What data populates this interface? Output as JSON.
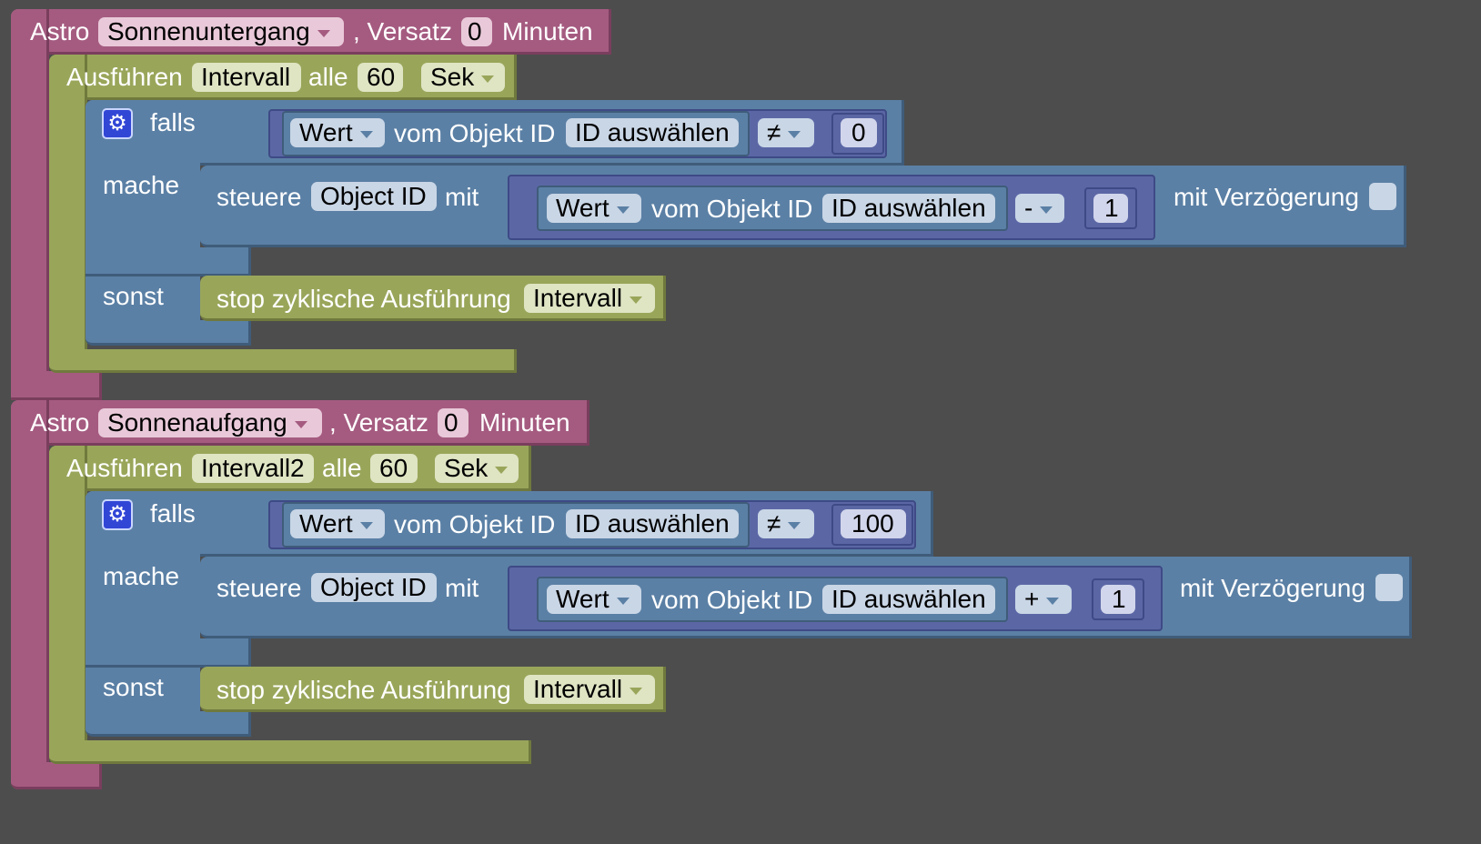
{
  "programs": [
    {
      "astro_label": "Astro",
      "event": "Sonnenuntergang",
      "offset_label": ", Versatz",
      "offset_value": "0",
      "minutes_label": "Minuten",
      "run_label": "Ausführen",
      "interval_name": "Intervall",
      "every_label": "alle",
      "interval_value": "60",
      "unit": "Sek",
      "if_label": "falls",
      "do_label": "mache",
      "else_label": "sonst",
      "cond": {
        "prop": "Wert",
        "from_label": "vom Objekt ID",
        "object": "ID auswählen",
        "op": "≠",
        "value": "0"
      },
      "set_label": "steuere",
      "set_target": "Object ID",
      "with_label": "mit",
      "math": {
        "prop": "Wert",
        "from_label": "vom Objekt ID",
        "object": "ID auswählen",
        "op": "-",
        "value": "1"
      },
      "delay_label": "mit Verzögerung",
      "stop_label": "stop zyklische Ausführung",
      "stop_interval": "Intervall"
    },
    {
      "astro_label": "Astro",
      "event": "Sonnenaufgang",
      "offset_label": ", Versatz",
      "offset_value": "0",
      "minutes_label": "Minuten",
      "run_label": "Ausführen",
      "interval_name": "Intervall2",
      "every_label": "alle",
      "interval_value": "60",
      "unit": "Sek",
      "if_label": "falls",
      "do_label": "mache",
      "else_label": "sonst",
      "cond": {
        "prop": "Wert",
        "from_label": "vom Objekt ID",
        "object": "ID auswählen",
        "op": "≠",
        "value": "100"
      },
      "set_label": "steuere",
      "set_target": "Object ID",
      "with_label": "mit",
      "math": {
        "prop": "Wert",
        "from_label": "vom Objekt ID",
        "object": "ID auswählen",
        "op": "+",
        "value": "1"
      },
      "delay_label": "mit Verzögerung",
      "stop_label": "stop zyklische Ausführung",
      "stop_interval": "Intervall"
    }
  ],
  "colors": {
    "background": "#4d4d4d",
    "astro": "#a55b80",
    "interval": "#99a65a",
    "logic": "#5b80a5",
    "math": "#5b67a5",
    "gear": "#3246d6"
  },
  "icons": {
    "mutator": "gear-icon",
    "dropdown": "chevron-down-icon"
  }
}
